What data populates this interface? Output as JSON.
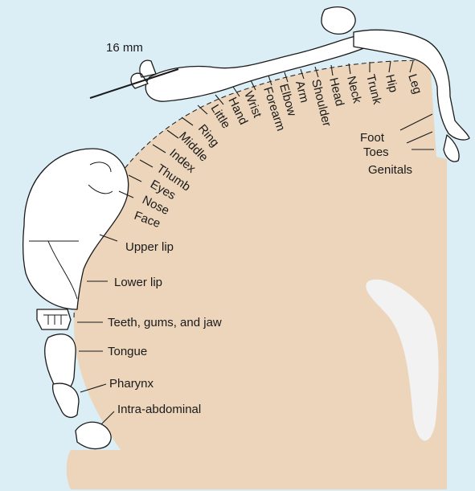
{
  "colors": {
    "background": "#dbeef6",
    "cortex": "#ecd5bb",
    "ventricle": "#f2f2f2",
    "ink": "#1a1a1a"
  },
  "scale_bar": {
    "label": "16 mm"
  },
  "labels": [
    "Genitals",
    "Toes",
    "Foot",
    "Leg",
    "Hip",
    "Trunk",
    "Neck",
    "Head",
    "Shoulder",
    "Arm",
    "Elbow",
    "Forearm",
    "Wrist",
    "Hand",
    "Little",
    "Ring",
    "Middle",
    "Index",
    "Thumb",
    "Eyes",
    "Nose",
    "Face",
    "Upper lip",
    "Lower lip",
    "Teeth, gums, and jaw",
    "Tongue",
    "Pharynx",
    "Intra-abdominal"
  ]
}
